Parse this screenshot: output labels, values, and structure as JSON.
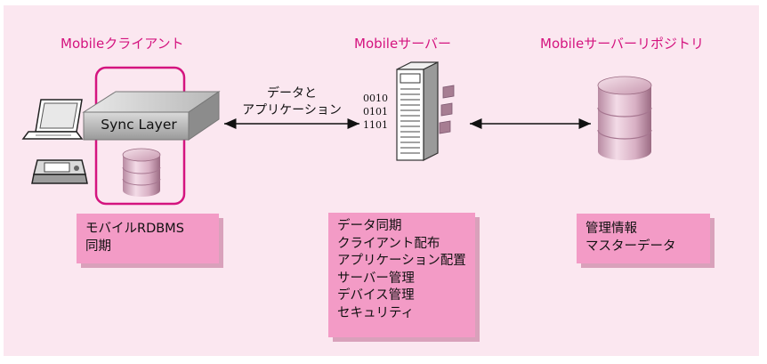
{
  "titles": {
    "client": "Mobileクライアント",
    "server": "Mobileサーバー",
    "repository": "Mobileサーバーリポジトリ"
  },
  "client_device": {
    "sync_layer": "Sync Layer"
  },
  "arrow_label": {
    "line1": "データと",
    "line2": "アプリケーション"
  },
  "server_binary": [
    "0010",
    "0101",
    "1101"
  ],
  "boxes": {
    "client": [
      "モバイルRDBMS",
      "同期"
    ],
    "server": [
      "データ同期",
      "クライアント配布",
      "アプリケーション配置",
      "サーバー管理",
      "デバイス管理",
      "セキュリティ"
    ],
    "repository": [
      "管理情報",
      "マスターデータ"
    ]
  },
  "colors": {
    "background": "#fbe7f0",
    "accent": "#d4147f",
    "box_fill": "#f39bc6"
  }
}
